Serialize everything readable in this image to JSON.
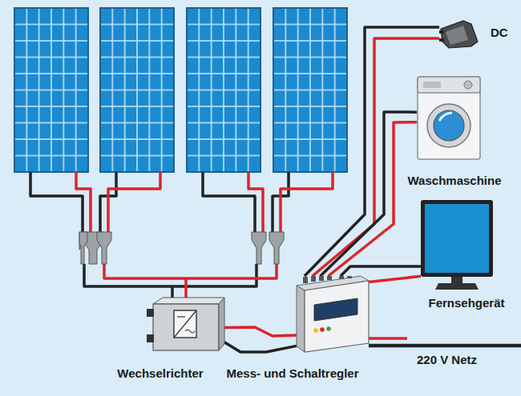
{
  "diagram": {
    "nodes": [
      {
        "text": [
          "DC"
        ]
      },
      {
        "text": [
          "Waschmaschine"
        ]
      },
      {
        "text": [
          "Fernsehgerät"
        ]
      },
      {
        "text": [
          "Wechselrichter"
        ]
      },
      {
        "text": [
          "Mess- und Schaltregler"
        ]
      }
    ],
    "edges": [
      {
        "from": 3,
        "to": 4,
        "arrow": "none"
      },
      {
        "from": 4,
        "to": 0,
        "arrow": "none"
      },
      {
        "from": 4,
        "to": 1,
        "arrow": "none"
      },
      {
        "from": 4,
        "to": 2,
        "arrow": "none"
      }
    ],
    "labels": [
      "220 V Netz"
    ]
  }
}
